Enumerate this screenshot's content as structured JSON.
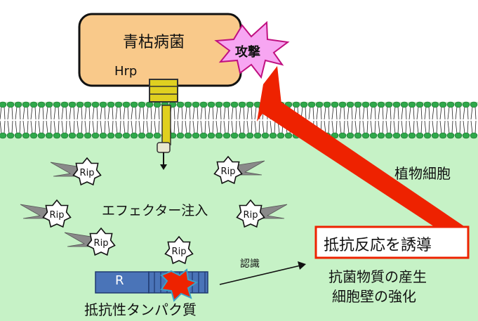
{
  "bacterium": {
    "name": "青枯病菌",
    "secretion_label": "Hrp"
  },
  "attack_label": "攻撃",
  "cell_label": "植物細胞",
  "effector": {
    "name": "Rip",
    "injection_label": "エフェクター注入"
  },
  "receptor": {
    "domain_label": "R",
    "protein_label": "抵抗性タンパク質"
  },
  "recognition_label": "認識",
  "induction_label": "抵抗反応を誘導",
  "outcomes": [
    "抗菌物質の産生",
    "細胞壁の強化"
  ],
  "colors": {
    "bacterium_fill": "#f9c98a",
    "cytoplasm": "#c6f2c6",
    "membrane_head": "#2fa84a",
    "attack_burst": "#f7a6f2",
    "arrow_red": "#ee2200",
    "receptor_blue": "#4a74b8",
    "effector_tail": "#8a8a8a",
    "hrp_yellow": "#e0d020"
  }
}
